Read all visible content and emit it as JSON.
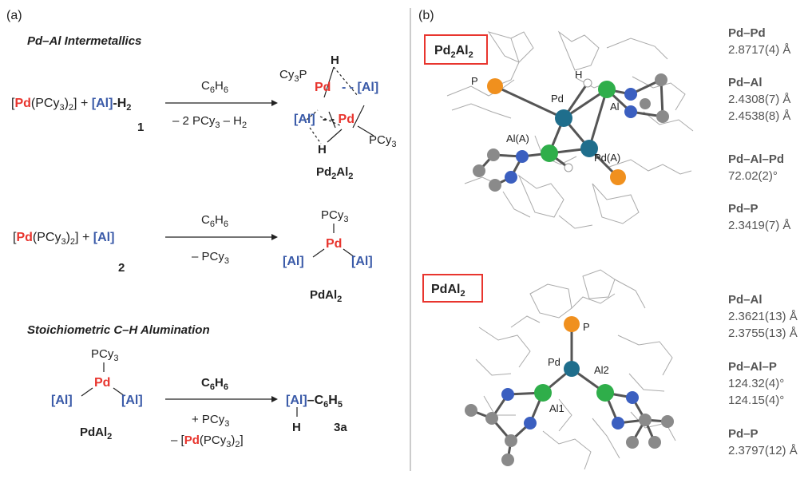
{
  "panel_a": {
    "label": "(a)",
    "section1_heading": "Pd–Al Intermetallics",
    "section2_heading": "Stoichiometric C–H Alumination",
    "rxn1": {
      "lhs_open": "[",
      "lhs_pd": "Pd",
      "lhs_ligand": "(PCy",
      "lhs_sub3": "3",
      "lhs_close": ")",
      "lhs_sub2": "2",
      "lhs_close2": "]",
      "plus": " + ",
      "lhs_al": "[Al]",
      "lhs_h2": "-H",
      "lhs_h2_sub": "2",
      "reagent_label": "1",
      "above_arrow": "C",
      "above_arrow_sub": "6",
      "above_arrow_h": "H",
      "above_arrow_sub2": "6",
      "below_arrow": "– 2 PCy",
      "below_sub3": "3",
      "below_rest": " – H",
      "below_sub2": "2",
      "product_label": "Pd",
      "product_sub1": "2",
      "product_label2": "Al",
      "product_sub2": "2",
      "prod_cy3p": "Cy",
      "prod_cy3p_sub": "3",
      "prod_cy3p_p": "P",
      "prod_pd": "Pd",
      "prod_al": "[Al]",
      "prod_h": "H",
      "prod_pcy": "PCy",
      "prod_pcy_sub": "3"
    },
    "rxn2": {
      "lhs_open": "[",
      "lhs_pd": "Pd",
      "lhs_ligand": "(PCy",
      "lhs_sub3": "3",
      "lhs_close": ")",
      "lhs_sub2": "2",
      "lhs_close2": "]",
      "plus": " + ",
      "lhs_al": "[Al]",
      "reagent_label": "2",
      "above_arrow": "C",
      "above_arrow_sub": "6",
      "above_arrow_h": "H",
      "above_arrow_sub2": "6",
      "below_arrow": "– PCy",
      "below_sub3": "3",
      "prod_pcy": "PCy",
      "prod_pcy_sub": "3",
      "prod_pd": "Pd",
      "prod_al": "[Al]",
      "product_label": "PdAl",
      "product_sub": "2"
    },
    "rxn3": {
      "react_pcy": "PCy",
      "react_pcy_sub": "3",
      "react_pd": "Pd",
      "react_al": "[Al]",
      "react_label": "PdAl",
      "react_label_sub": "2",
      "above_arrow": "C",
      "above_arrow_sub": "6",
      "above_arrow_h": "H",
      "above_arrow_sub2": "6",
      "below1": "+ PCy",
      "below1_sub": "3",
      "below2_open": "– [",
      "below2_pd": "Pd",
      "below2_lig": "(PCy",
      "below2_sub3": "3",
      "below2_close": ")",
      "below2_sub2": "2",
      "below2_end": "]",
      "prod_al": "[Al]",
      "prod_dash": "–",
      "prod_c6h5": "C",
      "prod_c6h5_sub": "6",
      "prod_c6h5_h": "H",
      "prod_c6h5_sub2": "5",
      "prod_h": "H",
      "product_label": "3a"
    }
  },
  "panel_b": {
    "label": "(b)",
    "box1": {
      "title": "Pd",
      "sub1": "2",
      "title2": "Al",
      "sub2": "2",
      "border": "#e8352e"
    },
    "box2": {
      "title": "PdAl",
      "sub": "2",
      "border": "#e8352e"
    },
    "struct1_labels": {
      "p": "P",
      "pd": "Pd",
      "h": "H",
      "al": "Al",
      "ala": "Al(A)",
      "pda": "Pd(A)"
    },
    "struct2_labels": {
      "p": "P",
      "pd": "Pd",
      "al1": "Al1",
      "al2": "Al2"
    },
    "metrics1": [
      {
        "label": "Pd–Pd",
        "values": [
          "2.8717(4) Å"
        ]
      },
      {
        "label": "Pd–Al",
        "values": [
          "2.4308(7) Å",
          "2.4538(8) Å"
        ]
      },
      {
        "label": "Pd–Al–Pd",
        "values": [
          "72.02(2)°"
        ]
      },
      {
        "label": "Pd–P",
        "values": [
          "2.3419(7) Å"
        ]
      }
    ],
    "metrics2": [
      {
        "label": "Pd–Al",
        "values": [
          "2.3621(13) Å",
          "2.3755(13) Å"
        ]
      },
      {
        "label": "Pd–Al–P",
        "values": [
          "124.32(4)°",
          "124.15(4)°"
        ]
      },
      {
        "label": "Pd–P",
        "values": [
          "2.3797(12) Å"
        ]
      }
    ]
  },
  "colors": {
    "pd_red": "#e8352e",
    "al_blue": "#3a5aa8",
    "atom_pd": "#1f6e8c",
    "atom_al": "#2fae4a",
    "atom_p": "#f0901e",
    "atom_n": "#3b5fc0",
    "atom_c": "#8a8a8a",
    "atom_h": "#ffffff",
    "wire": "#aaaaaa"
  }
}
